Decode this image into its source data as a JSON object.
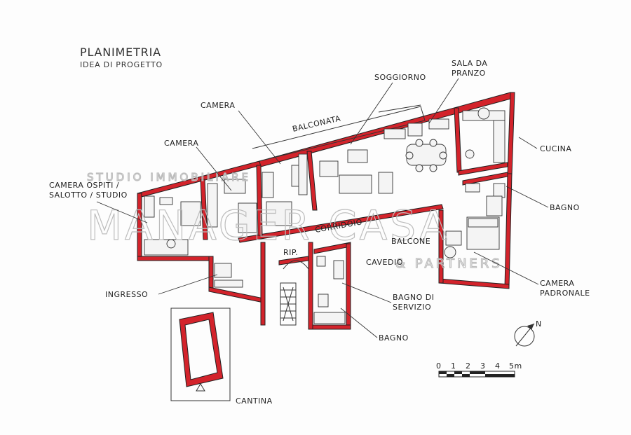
{
  "title": "PLANIMETRIA",
  "subtitle": "IDEA DI PROGETTO",
  "rooms": {
    "camera_1": "CAMERA",
    "camera_2": "CAMERA",
    "camera_ospiti": "CAMERA OSPITI /",
    "camera_ospiti_2": "SALOTTO / STUDIO",
    "balconata": "BALCONATA",
    "soggiorno": "SOGGIORNO",
    "sala_da_pranzo_1": "SALA DA",
    "sala_da_pranzo_2": "PRANZO",
    "cucina": "CUCINA",
    "bagno_1": "BAGNO",
    "corridoio": "CORRIDOIO",
    "balcone": "BALCONE",
    "cavedio": "CAVEDIO",
    "rip": "RIP.",
    "ingresso": "INGRESSO",
    "bagno_servizio_1": "BAGNO DI",
    "bagno_servizio_2": "SERVIZIO",
    "bagno_2": "BAGNO",
    "camera_padronale_1": "CAMERA",
    "camera_padronale_2": "PADRONALE",
    "cantina": "CANTINA"
  },
  "watermark": {
    "line1": "STUDIO IMMOBILIARE",
    "line2": "MANAGER CASA",
    "line3": "& PARTNERS"
  },
  "scale": {
    "ticks": [
      "0",
      "1",
      "2",
      "3",
      "4",
      "5m"
    ]
  },
  "compass": {
    "north": "N"
  },
  "colors": {
    "wall": "#d3232b",
    "ink": "#333333",
    "watermark": "#bdbdbd"
  }
}
